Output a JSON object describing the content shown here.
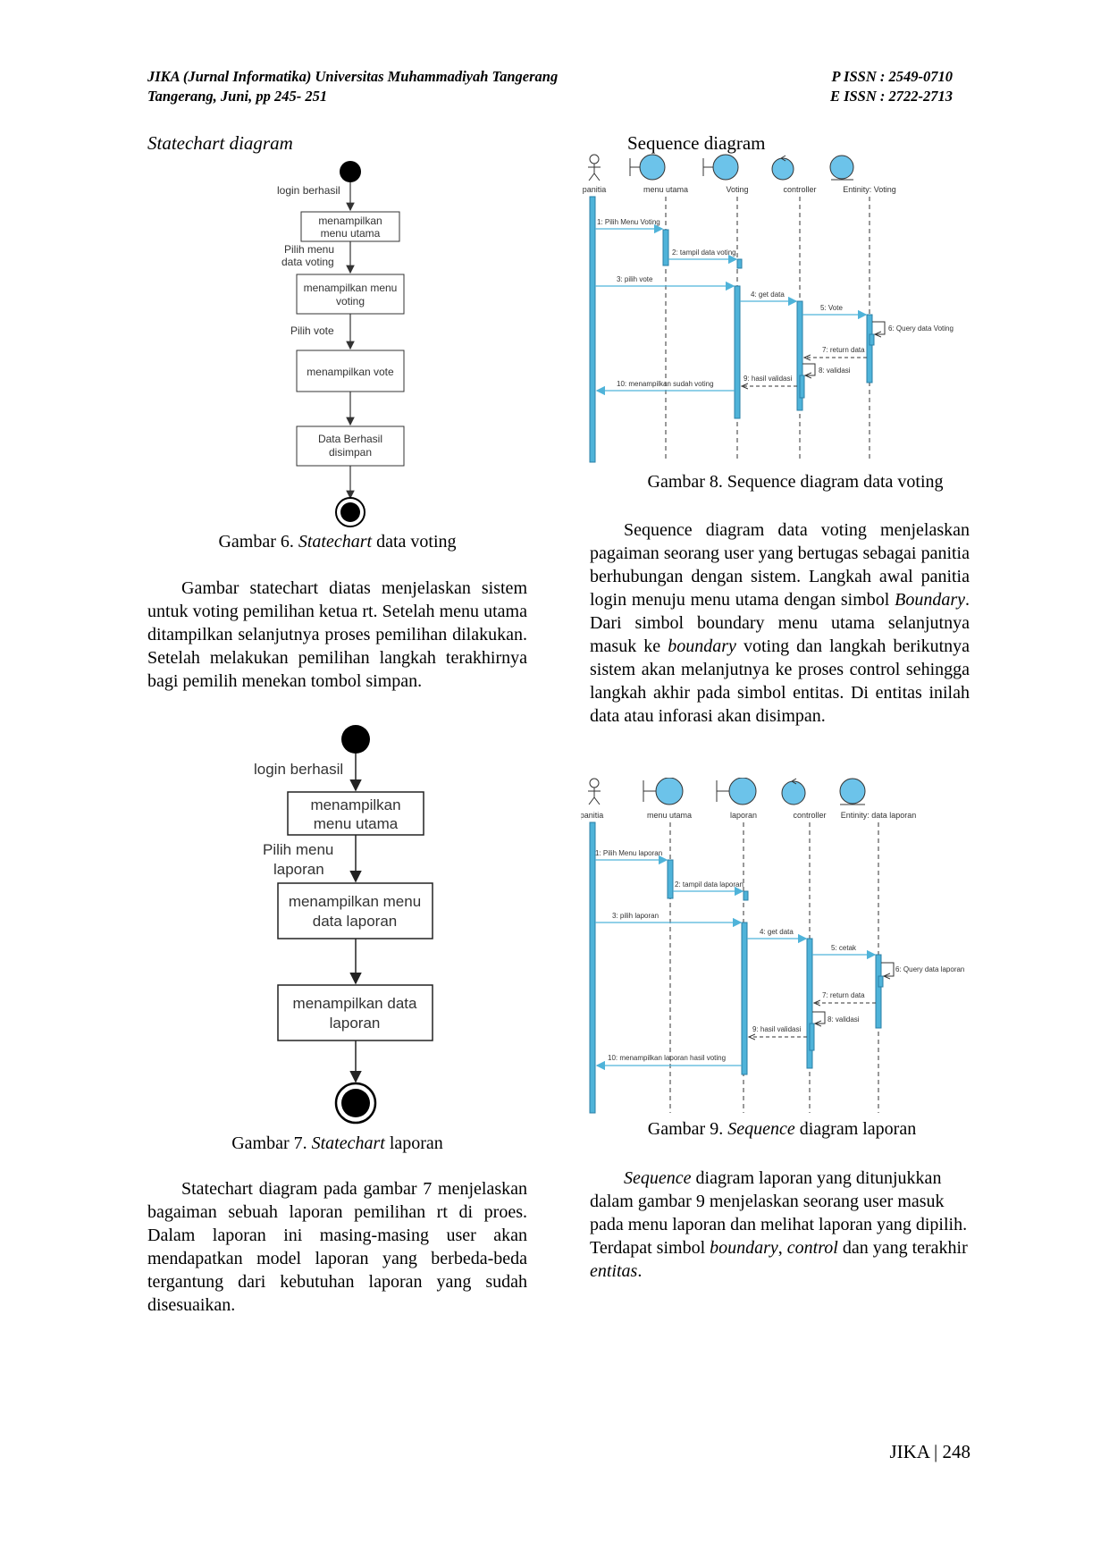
{
  "header": {
    "journal": "JIKA (Jurnal Informatika) Universitas Muhammadiyah Tangerang",
    "location": "Tangerang, Juni, pp 245- 251",
    "pissn": "P ISSN : 2549-0710",
    "eissn": "E ISSN : 2722-2713"
  },
  "left": {
    "heading": "Statechart diagram",
    "fig6": {
      "nodes": [
        "login berhasil",
        "menampilkan",
        "menu utama",
        "Pilih menu",
        "data voting",
        "menampilkan menu",
        "voting",
        "Pilih vote",
        "menampilkan vote",
        "Data Berhasil",
        "disimpan"
      ]
    },
    "caption6_pre": "Gambar 6. ",
    "caption6_it": "Statechart",
    "caption6_post": " data voting",
    "para1": "Gambar statechart diatas menjelaskan sistem untuk voting pemilihan ketua rt. Setelah menu utama ditampilkan selanjutnya proses pemilihan dilakukan. Setelah melakukan pemilihan langkah terakhirnya bagi pemilih menekan tombol simpan.",
    "fig7": {
      "nodes": [
        "login berhasil",
        "menampilkan",
        "menu utama",
        "Pilih menu",
        "laporan",
        "menampilkan menu",
        "data laporan",
        "menampilkan data",
        "laporan"
      ]
    },
    "caption7_pre": "Gambar 7. ",
    "caption7_it": "Statechart",
    "caption7_post": " laporan",
    "para2": "Statechart diagram pada gambar 7 menjelaskan bagaiman sebuah laporan pemilihan rt di proes. Dalam laporan ini masing-masing user akan mendapatkan model laporan yang berbeda-beda tergantung dari kebutuhan laporan yang sudah disesuaikan."
  },
  "right": {
    "heading": "Sequence diagram",
    "fig8": {
      "lifelines": [
        "panitia",
        "menu utama",
        "Voting",
        "controller",
        "Entinity: Voting"
      ],
      "messages": [
        "1: Pilih Menu Voting",
        "2: tampil data voting",
        "3: pilih vote",
        "4: get data",
        "5: Vote",
        "6: Query data Voting",
        "7: return data",
        "8: validasi",
        "9: hasil validasi",
        "10: menampilkan sudah voting"
      ]
    },
    "caption8": "Gambar 8. Sequence diagram data voting",
    "para1": "Sequence diagram data voting menjelaskan pagaiman seorang user yang bertugas sebagai panitia berhubungan dengan sistem. Langkah awal panitia login menuju menu utama dengan simbol ",
    "para1_it1": "Boundary",
    "para1_mid": ". Dari simbol boundary menu utama selanjutnya masuk ke ",
    "para1_it2": "boundary",
    "para1_end": " voting dan langkah berikutnya sistem akan melanjutnya ke proses control sehingga langkah akhir pada simbol entitas. Di entitas inilah data atau inforasi akan disimpan.",
    "fig9": {
      "lifelines": [
        "panitia",
        "menu utama",
        "laporan",
        "controller",
        "Entinity: data laporan"
      ],
      "messages": [
        "1: Pilih Menu laporan",
        "2: tampil data laporan",
        "3: pilih laporan",
        "4: get data",
        "5: cetak",
        "6: Query data laporan",
        "7: return data",
        "8: validasi",
        "9: hasil validasi",
        "10: menampilkan laporan hasil voting"
      ]
    },
    "caption9_pre": "Gambar 9. ",
    "caption9_it": "Sequence",
    "caption9_post": " diagram laporan",
    "para2_it1": "Sequence",
    "para2_a": " diagram laporan yang ditunjukkan dalam gambar 9 menjelaskan seorang user masuk pada menu laporan dan melihat laporan yang dipilih. Terdapat simbol ",
    "para2_it2": "boundary",
    "para2_b": ", ",
    "para2_it3": "control",
    "para2_c": " dan yang terakhir ",
    "para2_it4": "entitas",
    "para2_d": "."
  },
  "footer": {
    "label": "JIKA | 248"
  },
  "colors": {
    "activation": "#4fb3d9",
    "lifeline_fill": "#6cc3ea"
  }
}
